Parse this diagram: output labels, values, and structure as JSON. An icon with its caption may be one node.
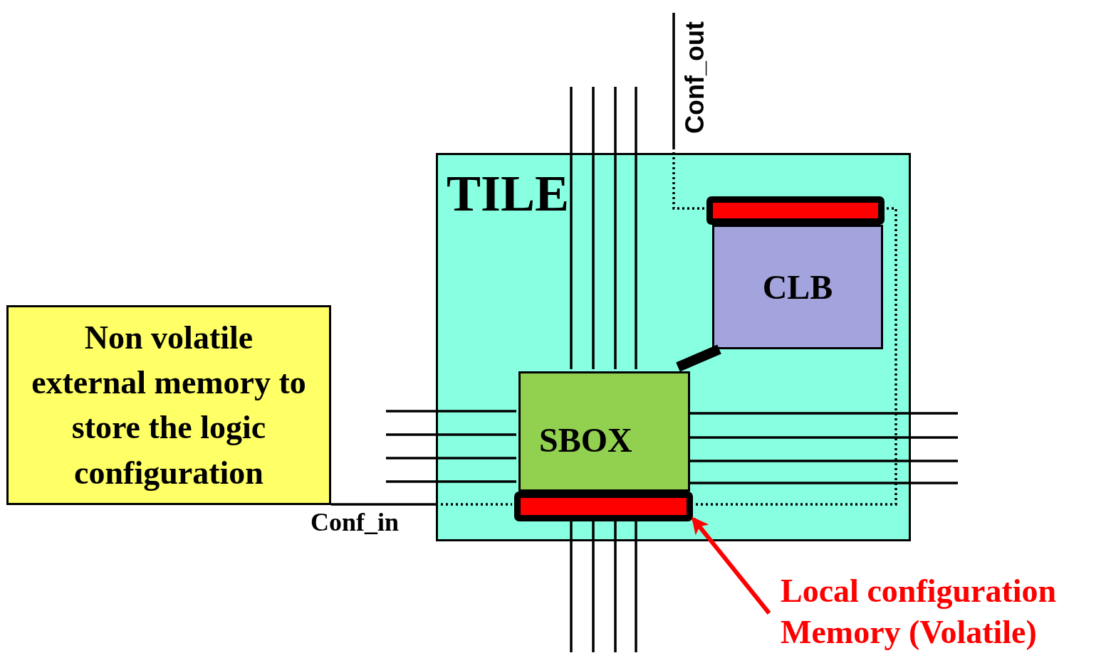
{
  "diagram": {
    "nodes": [
      {
        "text": [
          "TILE"
        ]
      },
      {
        "text": [
          "CLB"
        ],
        "in": 0
      },
      {
        "text": [
          "SBOX"
        ],
        "in": 0
      },
      {
        "text": [],
        "shape": "bar",
        "in": 0
      },
      {
        "text": [],
        "shape": "bar",
        "in": 0
      },
      {
        "text": [
          "Non volatile external memory to store the logic configuration"
        ]
      },
      {
        "text": [
          "Local configuration Memory (Volatile)"
        ]
      }
    ],
    "edges": [
      {
        "from": 5,
        "to": 4,
        "arrow": "none",
        "label": "Conf_in",
        "style": "dashed"
      },
      {
        "from": 4,
        "to": 3,
        "arrow": "none",
        "style": "dashed"
      },
      {
        "from": 3,
        "to": null,
        "arrow": "none",
        "label": "Conf_out",
        "style": "dashed"
      },
      {
        "from": 1,
        "to": 2,
        "arrow": "none",
        "style": "thick"
      },
      {
        "from": 6,
        "to": 4,
        "arrow": "to",
        "color": "#ff0000"
      }
    ]
  }
}
